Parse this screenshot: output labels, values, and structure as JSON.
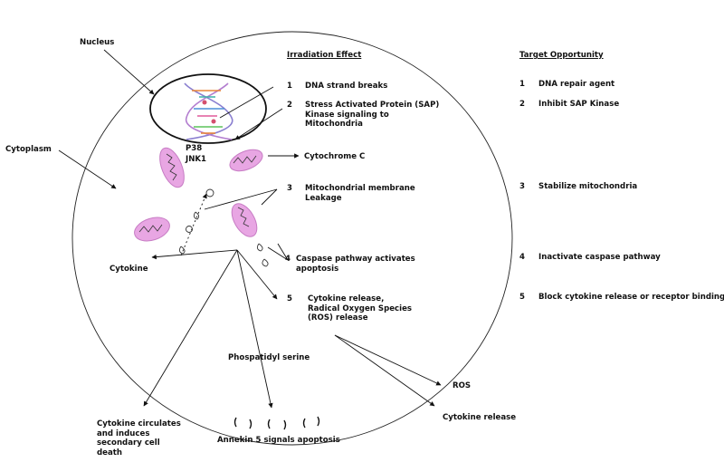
{
  "headers": {
    "effect": "Irradiation Effect",
    "target": "Target Opportunity"
  },
  "labels": {
    "nucleus": "Nucleus",
    "cytoplasm": "Cytoplasm",
    "p38": "P38",
    "jnk1": "JNK1",
    "cytochrome": "Cytochrome C",
    "cytokine": "Cytokine",
    "phospatidyl": "Phospatidyl serine",
    "annekin": "Annekin 5 signals apoptosis",
    "ros": "ROS",
    "cytokine_release": "Cytokine release",
    "cytokine_circulates": "Cytokine circulates and induces secondary cell death"
  },
  "effects": [
    {
      "num": "1",
      "text": "DNA strand breaks"
    },
    {
      "num": "2",
      "text": "Stress Activated Protein (SAP) Kinase signaling to Mitochondria"
    },
    {
      "num": "3",
      "text": "Mitochondrial  membrane Leakage"
    },
    {
      "num": "4",
      "text": "Caspase pathway activates apoptosis"
    },
    {
      "num": "5",
      "text": "Cytokine release, Radical Oxygen Species (ROS) release"
    }
  ],
  "targets": [
    {
      "num": "1",
      "text": "DNA repair agent"
    },
    {
      "num": "2",
      "text": "Inhibit SAP Kinase"
    },
    {
      "num": "3",
      "text": "Stabilize mitochondria"
    },
    {
      "num": "4",
      "text": "Inactivate caspase pathway"
    },
    {
      "num": "5",
      "text": "Block cytokine release or receptor binding"
    }
  ],
  "colors": {
    "mitochondria": "#e8a6e3",
    "ink": "#111111"
  }
}
